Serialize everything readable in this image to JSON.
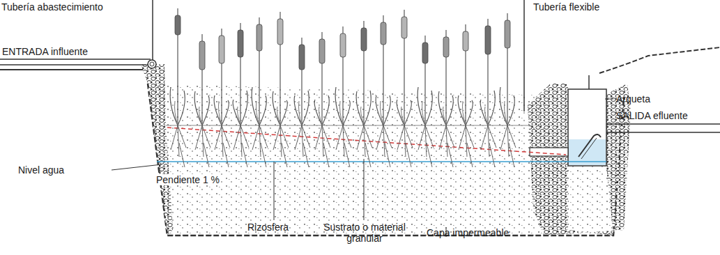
{
  "diagram": {
    "labels": [
      "Tubería abastecimiento",
      "Tubería flexible",
      "ENTRADA influente",
      "Arqueta",
      "SALIDA efluente",
      "Nivel agua",
      "Pendiente 1 %",
      "Rizosfera",
      "Sustrato o material granular",
      "Capa impermeable"
    ]
  }
}
